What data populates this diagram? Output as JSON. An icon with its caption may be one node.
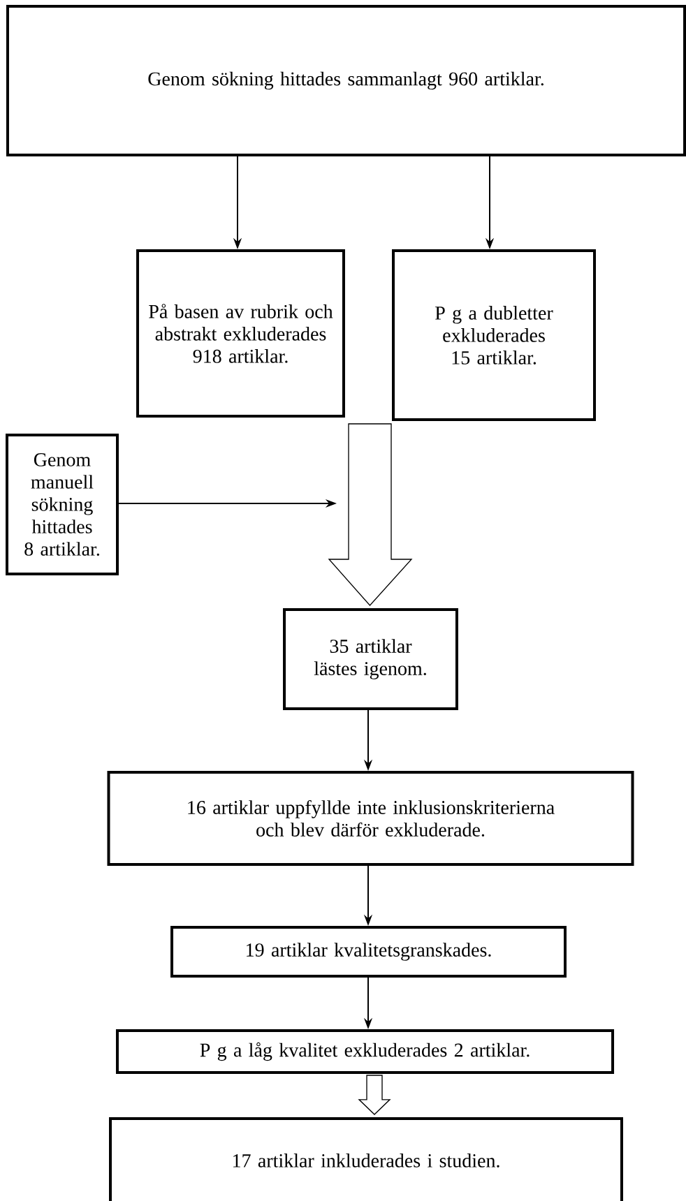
{
  "diagram": {
    "nodes": [
      {
        "text": [
          "Genom sökning hittades sammanlagt 960 artiklar."
        ]
      },
      {
        "text": [
          "På basen av rubrik och abstrakt exkluderades 918 artiklar."
        ]
      },
      {
        "text": [
          "P g a dubletter exkluderades 15 artiklar."
        ]
      },
      {
        "text": [
          "Genom manuell sökning hittades 8 artiklar."
        ]
      },
      {
        "text": [
          "35 artiklar lästes igenom."
        ]
      },
      {
        "text": [
          "16 artiklar uppfyllde inte inklusionskriterierna och blev därför exkluderade."
        ]
      },
      {
        "text": [
          "19 artiklar kvalitetsgranskades."
        ]
      },
      {
        "text": [
          "P g a låg kvalitet exkluderades 2 artiklar."
        ]
      },
      {
        "text": [
          "17 artiklar inkluderades i studien."
        ]
      }
    ],
    "edges": [
      {
        "from": 0,
        "to": 1,
        "arrow": "to"
      },
      {
        "from": 0,
        "to": 2,
        "arrow": "to"
      },
      {
        "from": 1,
        "to": 4,
        "arrow": "to",
        "style": "thick"
      },
      {
        "from": 2,
        "to": 4,
        "arrow": "to",
        "style": "thick"
      },
      {
        "from": 3,
        "to": null,
        "arrow": "to"
      },
      {
        "from": 4,
        "to": 5,
        "arrow": "to"
      },
      {
        "from": 5,
        "to": 6,
        "arrow": "to"
      },
      {
        "from": 6,
        "to": 7,
        "arrow": "to"
      },
      {
        "from": 7,
        "to": 8,
        "arrow": "to",
        "style": "thick"
      }
    ]
  }
}
